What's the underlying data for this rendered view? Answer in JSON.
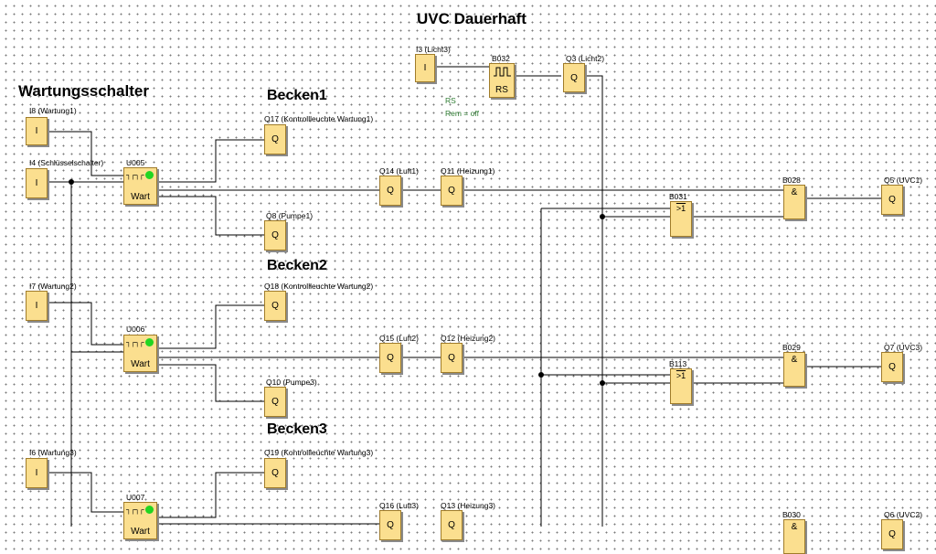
{
  "title": "UVC Dauerhaft",
  "sections": {
    "wartung": "Wartungsschalter",
    "becken1": "Becken1",
    "becken2": "Becken2",
    "becken3": "Becken3"
  },
  "blocks": {
    "I3": {
      "label": "I3 (Licht3)",
      "symbol": "I"
    },
    "B032": {
      "label": "B032",
      "symbol": "RS"
    },
    "Q3": {
      "label": "Q3 (Licht2)",
      "symbol": "Q"
    },
    "I8": {
      "label": "I8 (Wartung1)",
      "symbol": "I"
    },
    "I4": {
      "label": "I4 (Schlüsselschalter)",
      "symbol": "I"
    },
    "U005": {
      "label": "U005",
      "symbol": "Wart",
      "top": "┐┌┐┌"
    },
    "Q17": {
      "label": "Q17 (Kontrollleuchte Wartung1)",
      "symbol": "Q"
    },
    "Q14": {
      "label": "Q14 (Luft1)",
      "symbol": "Q"
    },
    "Q11": {
      "label": "Q11 (Heizung1)",
      "symbol": "Q"
    },
    "Q8": {
      "label": "Q8 (Pumpe1)",
      "symbol": "Q"
    },
    "B028": {
      "label": "B028",
      "symbol": "&"
    },
    "Q5": {
      "label": "Q5 (UVC1)",
      "symbol": "Q"
    },
    "B031": {
      "label": "B031",
      "symbol": ">1"
    },
    "I7": {
      "label": "I7 (Wartung2)",
      "symbol": "I"
    },
    "Q18": {
      "label": "Q18 (Kontrollleuchte Wartung2)",
      "symbol": "Q"
    },
    "U006": {
      "label": "U006",
      "symbol": "Wart",
      "top": "┐┌┐┌"
    },
    "Q15": {
      "label": "Q15 (Luft2)",
      "symbol": "Q"
    },
    "Q12": {
      "label": "Q12 (Heizung2)",
      "symbol": "Q"
    },
    "B029": {
      "label": "B029",
      "symbol": "&"
    },
    "Q7": {
      "label": "Q7 (UVC3)",
      "symbol": "Q"
    },
    "B113": {
      "label": "B113",
      "symbol": ">1"
    },
    "Q10": {
      "label": "Q10 (Pumpe3)",
      "symbol": "Q"
    },
    "I6": {
      "label": "I6 (Wartung3)",
      "symbol": "I"
    },
    "Q19": {
      "label": "Q19 (Kontrollleuchte Wartung3)",
      "symbol": "Q"
    },
    "U007": {
      "label": "U007",
      "symbol": "Wart",
      "top": "┐┌┐┌"
    },
    "Q16": {
      "label": "Q16 (Luft3)",
      "symbol": "Q"
    },
    "Q13": {
      "label": "Q13 (Heizung3)",
      "symbol": "Q"
    },
    "B030": {
      "label": "B030",
      "symbol": "&"
    },
    "Q6": {
      "label": "Q6 (UVC2)",
      "symbol": "Q"
    }
  },
  "params": {
    "rs": "RS",
    "rem": "Rem = off"
  },
  "colors": {
    "block_fill": "#fbdf8f",
    "block_border": "#a07c2a",
    "wire": "#000000",
    "param_text": "#2e7d32",
    "status_led": "#21d521"
  }
}
